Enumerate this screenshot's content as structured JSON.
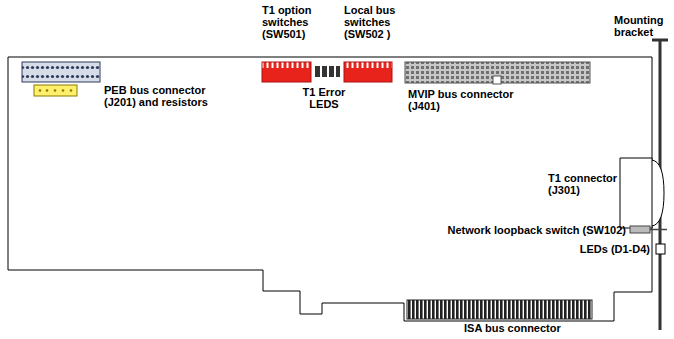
{
  "diagram": {
    "labels": [
      "T1 option switches (SW501)",
      "Local bus switches (SW502 )",
      "Mounting bracket",
      "PEB bus connector (J201) and resistors",
      "T1 Error LEDS",
      "MVIP bus connector (J401)",
      "T1 connector (J301)",
      "Network loopback switch (SW102)",
      "LEDs (D1-D4)",
      "ISA bus connector"
    ]
  }
}
